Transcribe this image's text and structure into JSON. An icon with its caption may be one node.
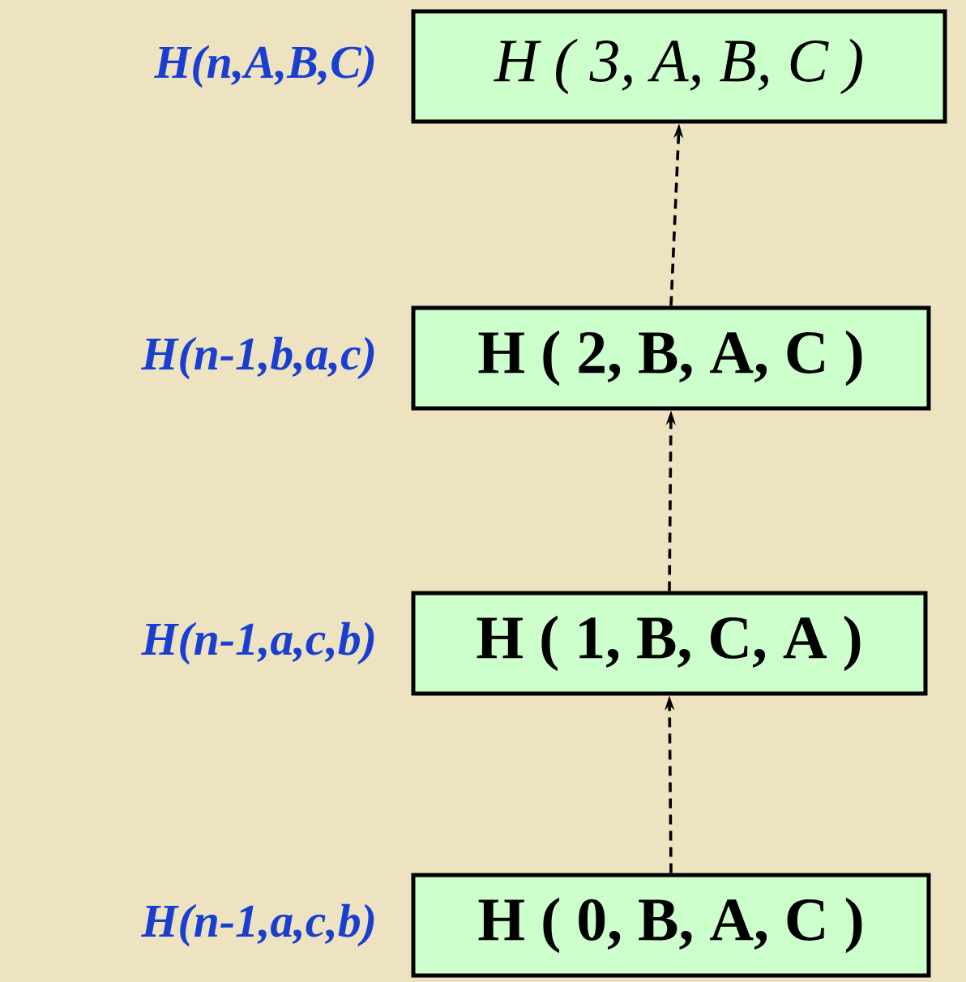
{
  "diagram": {
    "nodes": [
      {
        "text": [
          "H ( 3, A, B, C )"
        ],
        "beside": [
          "H(n,A,B,C)"
        ]
      },
      {
        "text": [
          "H ( 2, B, A, C )"
        ],
        "beside": [
          "H(n-1,b,a,c)"
        ]
      },
      {
        "text": [
          "H ( 1, B, C, A )"
        ],
        "beside": [
          "H(n-1,a,c,b)"
        ]
      },
      {
        "text": [
          "H ( 0, B, A, C )"
        ],
        "beside": [
          "H(n-1,a,c,b)"
        ]
      }
    ],
    "edges": [
      {
        "from": 1,
        "to": 0,
        "arrow": "to",
        "style": "dashed"
      },
      {
        "from": 2,
        "to": 1,
        "arrow": "to",
        "style": "dashed"
      },
      {
        "from": 3,
        "to": 2,
        "arrow": "to",
        "style": "dashed"
      }
    ]
  }
}
